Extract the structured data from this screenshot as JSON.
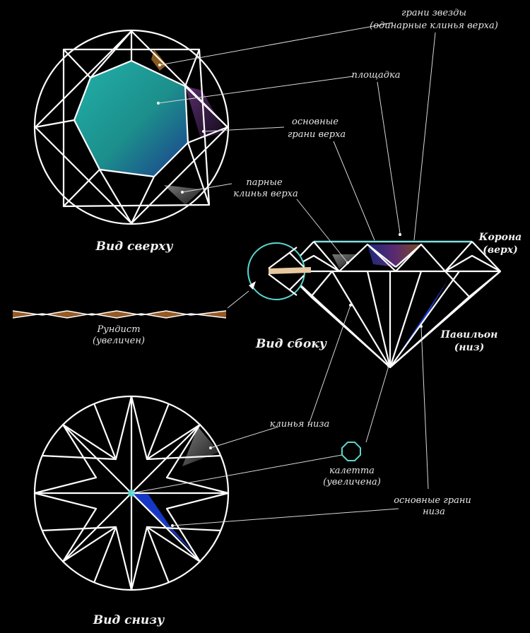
{
  "titles": {
    "top_view": "Вид сверху",
    "side_view": "Вид сбоку",
    "bottom_view": "Вид снизу"
  },
  "labels": {
    "star_facets_line1": "грани звезды",
    "star_facets_line2": "(одинарные клинья верха)",
    "table": "площадка",
    "main_crown_line1": "основные",
    "main_crown_line2": "грани  верха",
    "pair_crown_line1": "парные",
    "pair_crown_line2": "клинья верха",
    "crown_line1": "Корона",
    "crown_line2": "(верх)",
    "pavilion_line1": "Павильон",
    "pavilion_line2": "(низ)",
    "girdle_line1": "Рундист",
    "girdle_line2": "(увеличен)",
    "lower_wedges": "клинья низа",
    "culet_line1": "калетта",
    "culet_line2": "(увеличена)",
    "main_pav_line1": "основные  грани",
    "main_pav_line2": "низа"
  },
  "colors": {
    "background": "#000000",
    "table_teal": "#1f9e9a",
    "table_blue": "#1a3c8a",
    "star_brown": "#8a5a1c",
    "main_purple": "#3b1f4f",
    "pavilion_blue": "#1537c8",
    "culet_cyan": "#5ad6d0",
    "girdle_copper": "#b06a2a"
  }
}
